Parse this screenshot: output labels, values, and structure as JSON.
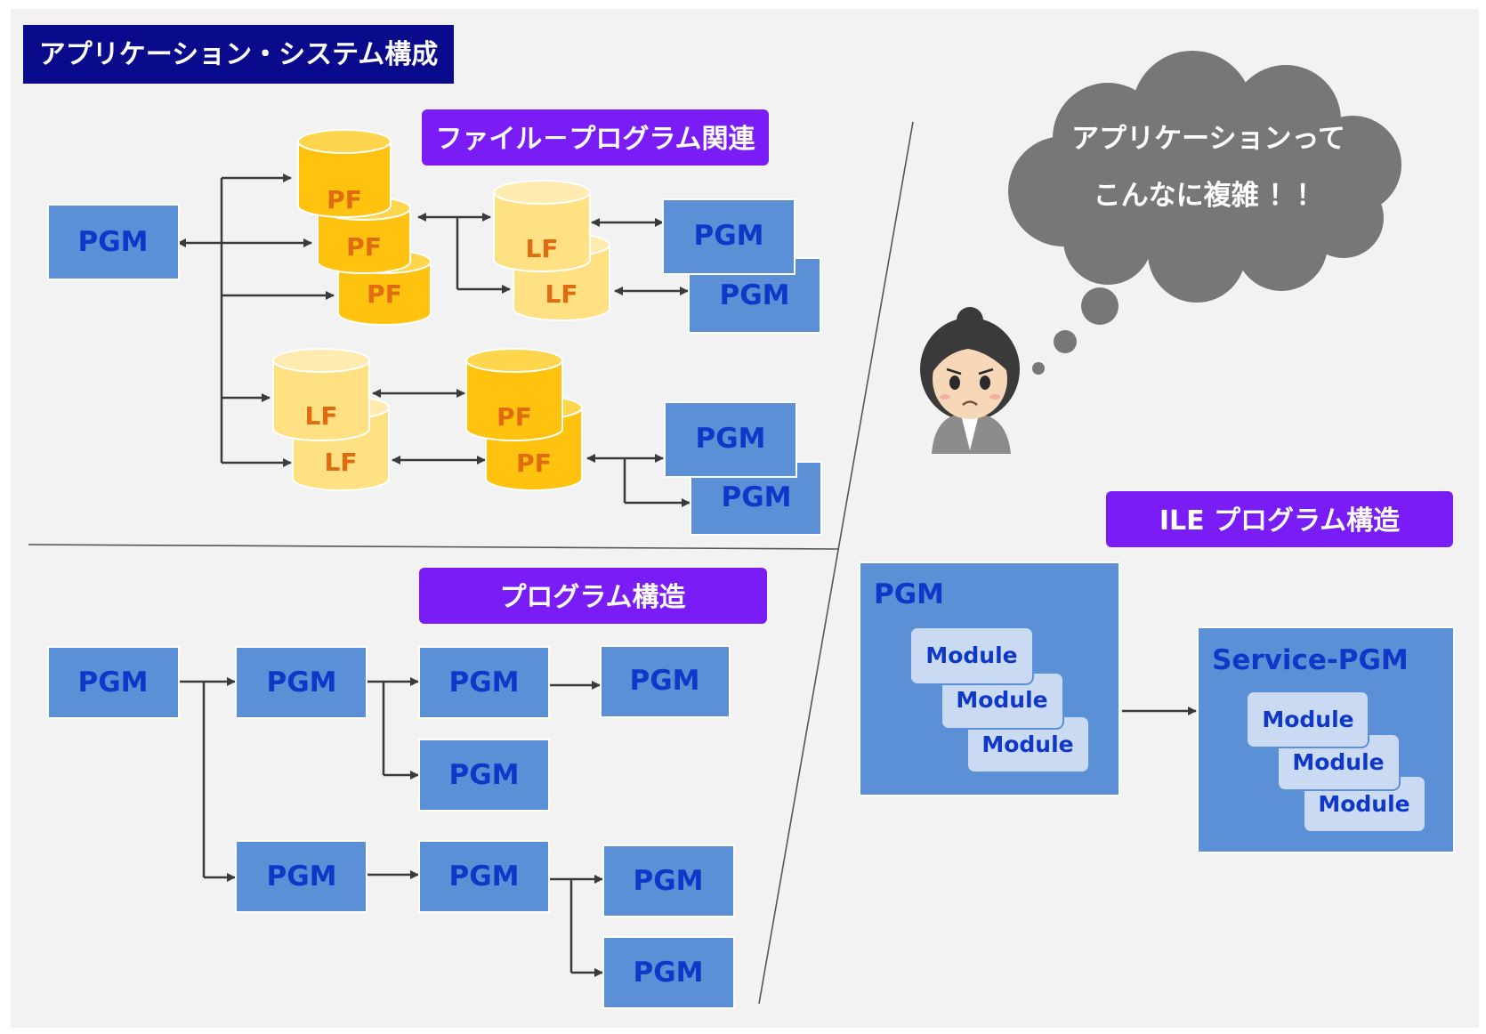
{
  "title": "アプリケーション・システム構成",
  "sections": {
    "file_program": "ファイル－プログラム関連",
    "program_structure": "プログラム構造",
    "ile_structure": "ILE プログラム構造"
  },
  "thought": {
    "line1": "アプリケーションって",
    "line2": "こんなに複雑 ！！"
  },
  "labels": {
    "pgm": "PGM",
    "pf": "PF",
    "lf": "LF",
    "module": "Module",
    "service_pgm": "Service-PGM"
  },
  "colors": {
    "background": "#f2f2f2",
    "title_bg": "#0a0a8c",
    "section_bg": "#7a1cf5",
    "box_blue": "#5b8fd6",
    "box_text": "#1038c8",
    "module_bg": "#c9daf2",
    "db_yellow": "#ffc20e",
    "db_light": "#ffe083",
    "db_text": "#e06b10",
    "cloud": "#777777",
    "arrow": "#3a3a3a"
  }
}
